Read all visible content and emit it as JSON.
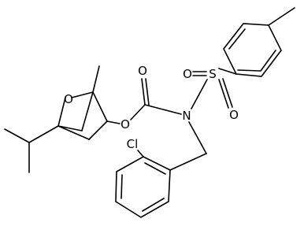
{
  "diagram": {
    "atoms": {
      "ether_oxygen": "O",
      "ester_oxygen": "O",
      "carbonyl_oxygen": "O",
      "nitrogen": "N",
      "sulfur": "S",
      "sulfonyl_oxygen_left": "O",
      "sulfonyl_oxygen_right": "O",
      "chlorine": "Cl"
    }
  }
}
